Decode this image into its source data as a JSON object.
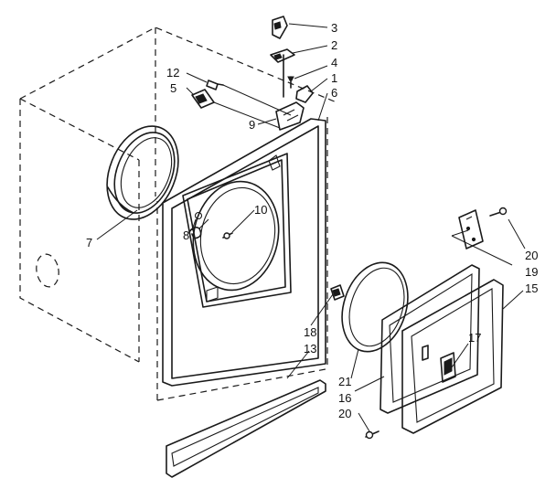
{
  "diagram": {
    "callouts": [
      {
        "id": "c3",
        "text": "3"
      },
      {
        "id": "c2",
        "text": "2"
      },
      {
        "id": "c4",
        "text": "4"
      },
      {
        "id": "c1",
        "text": "1"
      },
      {
        "id": "c6",
        "text": "6"
      },
      {
        "id": "c12",
        "text": "12"
      },
      {
        "id": "c5",
        "text": "5"
      },
      {
        "id": "c9",
        "text": "9"
      },
      {
        "id": "c10",
        "text": "10"
      },
      {
        "id": "c8",
        "text": "8"
      },
      {
        "id": "c7",
        "text": "7"
      },
      {
        "id": "c18",
        "text": "18"
      },
      {
        "id": "c13",
        "text": "13"
      },
      {
        "id": "c21",
        "text": "21"
      },
      {
        "id": "c16",
        "text": "16"
      },
      {
        "id": "c20a",
        "text": "20"
      },
      {
        "id": "c17",
        "text": "17"
      },
      {
        "id": "c20b",
        "text": "20"
      },
      {
        "id": "c19",
        "text": "19"
      },
      {
        "id": "c15",
        "text": "15"
      }
    ]
  }
}
